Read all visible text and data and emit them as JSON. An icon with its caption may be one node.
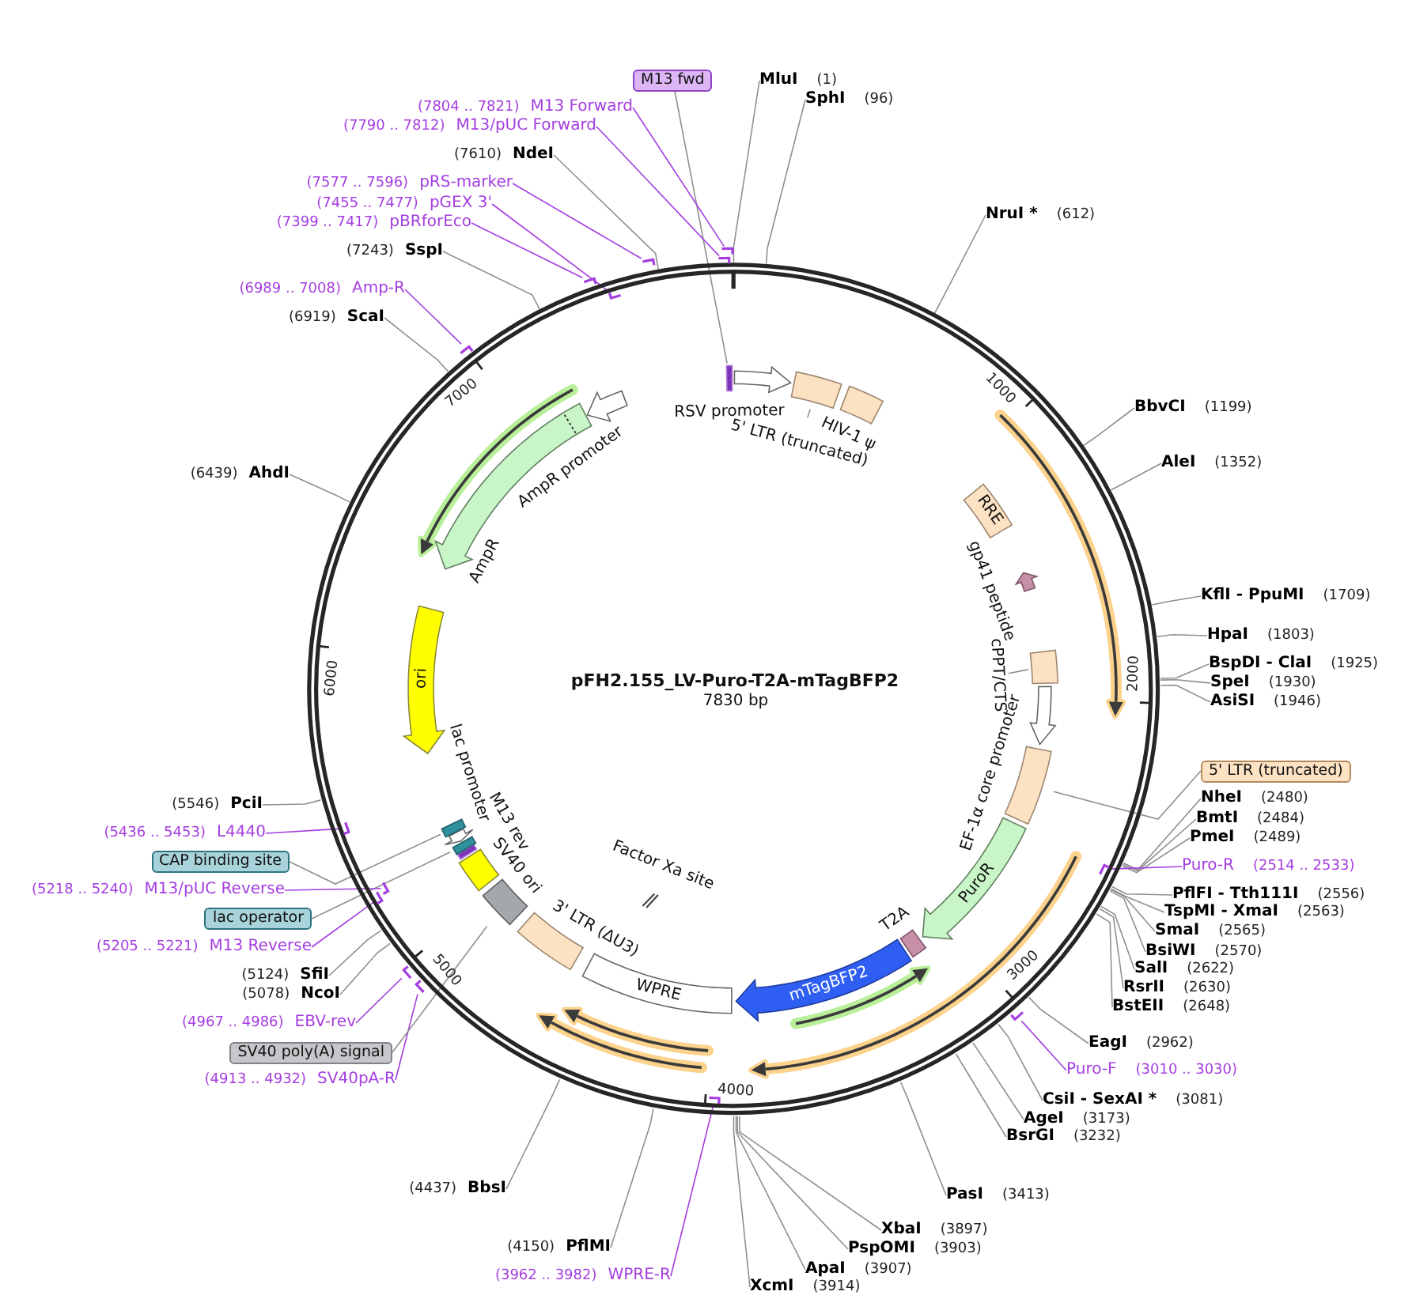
{
  "diagram": {
    "nodes": [
      {
        "text": [
          "M13 fwd"
        ]
      },
      {
        "text": [
          "MluI",
          "(1)"
        ]
      },
      {
        "text": [
          "SphI",
          "(96)"
        ]
      },
      {
        "text": [
          "NruI *",
          "(612)"
        ]
      },
      {
        "text": [
          "BbvCI",
          "(1199)"
        ]
      },
      {
        "text": [
          "AleI",
          "(1352)"
        ]
      },
      {
        "text": [
          "KflI - PpuMI",
          "(1709)"
        ]
      },
      {
        "text": [
          "HpaI",
          "(1803)"
        ]
      },
      {
        "text": [
          "BspDI - ClaI",
          "(1925)"
        ]
      },
      {
        "text": [
          "SpeI",
          "(1930)"
        ]
      },
      {
        "text": [
          "AsiSI",
          "(1946)"
        ]
      },
      {
        "text": [
          "5' LTR (truncated)"
        ]
      },
      {
        "text": [
          "NheI",
          "(2480)"
        ]
      },
      {
        "text": [
          "BmtI",
          "(2484)"
        ]
      },
      {
        "text": [
          "PmeI",
          "(2489)"
        ]
      },
      {
        "text": [
          "Puro-R",
          "(2514 .. 2533)"
        ]
      },
      {
        "text": [
          "PflFI - Tth111I",
          "(2556)"
        ]
      },
      {
        "text": [
          "TspMI - XmaI",
          "(2563)"
        ]
      },
      {
        "text": [
          "SmaI",
          "(2565)"
        ]
      },
      {
        "text": [
          "BsiWI",
          "(2570)"
        ]
      },
      {
        "text": [
          "SalI",
          "(2622)"
        ]
      },
      {
        "text": [
          "RsrII",
          "(2630)"
        ]
      },
      {
        "text": [
          "BstEII",
          "(2648)"
        ]
      },
      {
        "text": [
          "EagI",
          "(2962)"
        ]
      },
      {
        "text": [
          "Puro-F",
          "(3010 .. 3030)"
        ]
      },
      {
        "text": [
          "CsiI - SexAI *",
          "(3081)"
        ]
      },
      {
        "text": [
          "AgeI",
          "(3173)"
        ]
      },
      {
        "text": [
          "BsrGI",
          "(3232)"
        ]
      },
      {
        "text": [
          "PasI",
          "(3413)"
        ]
      },
      {
        "text": [
          "XbaI",
          "(3897)"
        ]
      },
      {
        "text": [
          "PspOMI",
          "(3903)"
        ]
      },
      {
        "text": [
          "ApaI",
          "(3907)"
        ]
      },
      {
        "text": [
          "XcmI",
          "(3914)"
        ]
      },
      {
        "text": [
          "(3962 .. 3982)",
          "WPRE-R"
        ]
      },
      {
        "text": [
          "(4150)",
          "PflMI"
        ]
      },
      {
        "text": [
          "(4437)",
          "BbsI"
        ]
      },
      {
        "text": [
          "(4913 .. 4932)",
          "SV40pA-R"
        ]
      },
      {
        "text": [
          "SV40 poly(A) signal"
        ]
      },
      {
        "text": [
          "(4967 .. 4986)",
          "EBV-rev"
        ]
      },
      {
        "text": [
          "(5078)",
          "NcoI"
        ]
      },
      {
        "text": [
          "(5124)",
          "SfiI"
        ]
      },
      {
        "text": [
          "(5205 .. 5221)",
          "M13 Reverse"
        ]
      },
      {
        "text": [
          "lac operator"
        ]
      },
      {
        "text": [
          "(5218 .. 5240)",
          "M13/pUC Reverse"
        ]
      },
      {
        "text": [
          "CAP binding site"
        ]
      },
      {
        "text": [
          "(5436 .. 5453)",
          "L4440"
        ]
      },
      {
        "text": [
          "(5546)",
          "PciI"
        ]
      },
      {
        "text": [
          "(6439)",
          "AhdI"
        ]
      },
      {
        "text": [
          "(6919)",
          "ScaI"
        ]
      },
      {
        "text": [
          "(6989 .. 7008)",
          "Amp-R"
        ]
      },
      {
        "text": [
          "(7243)",
          "SspI"
        ]
      },
      {
        "text": [
          "(7399 .. 7417)",
          "pBRforEco"
        ]
      },
      {
        "text": [
          "(7455 .. 7477)",
          "pGEX 3'"
        ]
      },
      {
        "text": [
          "(7577 .. 7596)",
          "pRS-marker"
        ]
      },
      {
        "text": [
          "(7610)",
          "NdeI"
        ]
      },
      {
        "text": [
          "(7790 .. 7812)",
          "M13/pUC Forward"
        ]
      },
      {
        "text": [
          "(7804 .. 7821)",
          "M13 Forward"
        ]
      },
      {
        "text": [
          "pFH2.155_LV-Puro-T2A-mTagBFP2",
          "7830 bp"
        ]
      },
      {
        "text": [
          "RSV promoter"
        ],
        "in": 57
      },
      {
        "text": [],
        "shape": "box",
        "in": 57
      },
      {
        "text": [
          "5' LTR (truncated)"
        ],
        "in": 57
      },
      {
        "text": [
          "HIV-1 ψ"
        ],
        "in": 57
      },
      {
        "text": [
          "RRE"
        ],
        "in": 57
      },
      {
        "text": [
          "gp41 peptide"
        ],
        "in": 57
      },
      {
        "text": [
          "cPPT/CTS"
        ],
        "in": 57
      },
      {
        "text": [],
        "shape": "box",
        "in": 57
      },
      {
        "text": [
          "EF-1α core promoter"
        ],
        "in": 57
      },
      {
        "text": [],
        "shape": "box",
        "in": 57
      },
      {
        "text": [
          "PuroR"
        ],
        "in": 57
      },
      {
        "text": [
          "T2A"
        ],
        "in": 57
      },
      {
        "text": [
          "mTagBFP2"
        ],
        "in": 57
      },
      {
        "text": [
          "WPRE"
        ],
        "in": 57
      },
      {
        "text": [
          "Factor Xa site"
        ],
        "in": 57
      },
      {
        "text": [
          "3' LTR (ΔU3)"
        ],
        "in": 57
      },
      {
        "text": [],
        "shape": "box",
        "in": 57
      },
      {
        "text": [
          "SV40 ori"
        ],
        "in": 57
      },
      {
        "text": [
          "M13 rev"
        ],
        "in": 57
      },
      {
        "text": [],
        "shape": "box",
        "in": 57
      },
      {
        "text": [
          "lac promoter"
        ],
        "in": 57
      },
      {
        "text": [],
        "shape": "box",
        "in": 57
      },
      {
        "text": [
          "ori"
        ],
        "in": 57
      },
      {
        "text": [
          "AmpR"
        ],
        "in": 57
      },
      {
        "text": [
          "AmpR promoter"
        ],
        "in": 57
      },
      {
        "text": [],
        "shape": "bar",
        "in": 57
      },
      {
        "text": [],
        "shape": "bar",
        "in": 57
      },
      {
        "text": [],
        "shape": "bar",
        "in": 57
      },
      {
        "text": [],
        "shape": "bar",
        "in": 57
      },
      {
        "text": [],
        "shape": "bar",
        "in": 57
      },
      {
        "text": [],
        "shape": "bar",
        "in": 57
      },
      {
        "text": [],
        "shape": "bar",
        "in": 57
      },
      {
        "text": [],
        "shape": "bar",
        "in": 57
      },
      {
        "text": [],
        "shape": "bar",
        "in": 57
      },
      {
        "text": [],
        "shape": "bar",
        "in": 57
      },
      {
        "text": [],
        "shape": "bar",
        "in": 57
      },
      {
        "text": [],
        "shape": "bar",
        "in": 57
      },
      {
        "text": [],
        "shape": "bar"
      },
      {
        "text": [],
        "shape": "bar"
      },
      {
        "text": [],
        "shape": "bar"
      }
    ],
    "edges": [
      {
        "from": 0,
        "to": 83,
        "arrow": "none"
      },
      {
        "from": 1,
        "to": 57,
        "arrow": "none"
      },
      {
        "from": 2,
        "to": 57,
        "arrow": "none"
      },
      {
        "from": 3,
        "to": 57,
        "arrow": "none"
      },
      {
        "from": 4,
        "to": 57,
        "arrow": "none"
      },
      {
        "from": 5,
        "to": 57,
        "arrow": "none"
      },
      {
        "from": 6,
        "to": 57,
        "arrow": "none"
      },
      {
        "from": 7,
        "to": 57,
        "arrow": "none"
      },
      {
        "from": 8,
        "to": 57,
        "arrow": "none"
      },
      {
        "from": 9,
        "to": 57,
        "arrow": "none"
      },
      {
        "from": 10,
        "to": 57,
        "arrow": "none"
      },
      {
        "from": 11,
        "to": 67,
        "arrow": "none"
      },
      {
        "from": 12,
        "to": 57,
        "arrow": "none"
      },
      {
        "from": 13,
        "to": 57,
        "arrow": "none"
      },
      {
        "from": 14,
        "to": 57,
        "arrow": "none"
      },
      {
        "from": 15,
        "to": 84,
        "arrow": "none",
        "color": "#a43ee0"
      },
      {
        "from": 16,
        "to": 57,
        "arrow": "none"
      },
      {
        "from": 17,
        "to": 57,
        "arrow": "none"
      },
      {
        "from": 18,
        "to": 57,
        "arrow": "none"
      },
      {
        "from": 19,
        "to": 57,
        "arrow": "none"
      },
      {
        "from": 20,
        "to": 57,
        "arrow": "none"
      },
      {
        "from": 21,
        "to": 57,
        "arrow": "none"
      },
      {
        "from": 22,
        "to": 57,
        "arrow": "none"
      },
      {
        "from": 23,
        "to": 57,
        "arrow": "none"
      },
      {
        "from": 24,
        "to": 85,
        "arrow": "none",
        "color": "#a43ee0"
      },
      {
        "from": 25,
        "to": 57,
        "arrow": "none"
      },
      {
        "from": 26,
        "to": 57,
        "arrow": "none"
      },
      {
        "from": 27,
        "to": 57,
        "arrow": "none"
      },
      {
        "from": 28,
        "to": 57,
        "arrow": "none"
      },
      {
        "from": 29,
        "to": 57,
        "arrow": "none"
      },
      {
        "from": 30,
        "to": 57,
        "arrow": "none"
      },
      {
        "from": 31,
        "to": 57,
        "arrow": "none"
      },
      {
        "from": 32,
        "to": 57,
        "arrow": "none"
      },
      {
        "from": 33,
        "to": 86,
        "arrow": "none",
        "color": "#a43ee0"
      },
      {
        "from": 34,
        "to": 57,
        "arrow": "none"
      },
      {
        "from": 35,
        "to": 57,
        "arrow": "none"
      },
      {
        "from": 36,
        "to": 87,
        "arrow": "none",
        "color": "#a43ee0"
      },
      {
        "from": 37,
        "to": 74,
        "arrow": "none"
      },
      {
        "from": 38,
        "to": 88,
        "arrow": "none",
        "color": "#a43ee0"
      },
      {
        "from": 39,
        "to": 57,
        "arrow": "none"
      },
      {
        "from": 40,
        "to": 57,
        "arrow": "none"
      },
      {
        "from": 41,
        "to": 89,
        "arrow": "none",
        "color": "#a43ee0"
      },
      {
        "from": 42,
        "to": 77,
        "arrow": "none"
      },
      {
        "from": 43,
        "to": 90,
        "arrow": "none",
        "color": "#a43ee0"
      },
      {
        "from": 44,
        "to": 79,
        "arrow": "none"
      },
      {
        "from": 45,
        "to": 91,
        "arrow": "none",
        "color": "#a43ee0"
      },
      {
        "from": 46,
        "to": 57,
        "arrow": "none"
      },
      {
        "from": 47,
        "to": 57,
        "arrow": "none"
      },
      {
        "from": 48,
        "to": 57,
        "arrow": "none"
      },
      {
        "from": 49,
        "to": 92,
        "arrow": "none",
        "color": "#a43ee0"
      },
      {
        "from": 50,
        "to": 57,
        "arrow": "none"
      },
      {
        "from": 51,
        "to": 93,
        "arrow": "none",
        "color": "#a43ee0"
      },
      {
        "from": 52,
        "to": 94,
        "arrow": "none",
        "color": "#a43ee0"
      },
      {
        "from": 53,
        "to": 95,
        "arrow": "none",
        "color": "#a43ee0"
      },
      {
        "from": 54,
        "to": 57,
        "arrow": "none"
      },
      {
        "from": 55,
        "to": 96,
        "arrow": "none",
        "color": "#a43ee0"
      },
      {
        "from": 56,
        "to": 97,
        "arrow": "none",
        "color": "#a43ee0"
      },
      {
        "from": 60,
        "to": 59,
        "arrow": "none"
      },
      {
        "from": 64,
        "to": 65,
        "arrow": "none"
      }
    ],
    "labels": [
      "1000",
      "2000",
      "3000",
      "4000",
      "5000",
      "6000",
      "7000"
    ]
  }
}
